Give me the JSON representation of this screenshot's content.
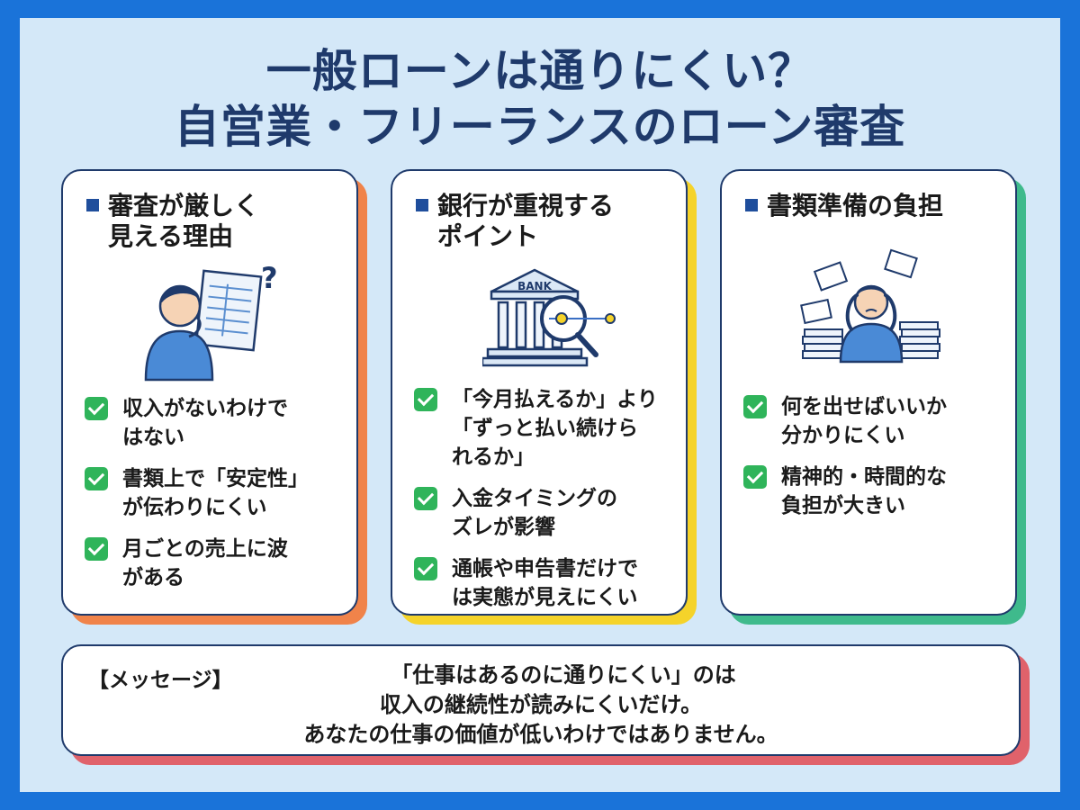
{
  "title": {
    "line1": "一般ローンは通りにくい？",
    "line2": "自営業・フリーランスのローン審査"
  },
  "cards": [
    {
      "heading1": "審査が厳しく",
      "heading2": "見える理由",
      "accent": "#f0834a",
      "icon": "person-reading-document-icon",
      "items": [
        {
          "line1": "収入がないわけで",
          "line2": "はない"
        },
        {
          "line1": "書類上で「安定性」",
          "line2": "が伝わりにくい"
        },
        {
          "line1": "月ごとの売上に波",
          "line2": "がある"
        }
      ]
    },
    {
      "heading1": "銀行が重視する",
      "heading2": "ポイント",
      "accent": "#f5d32a",
      "icon": "bank-magnifier-icon",
      "bank_label": "BANK",
      "items": [
        {
          "line1": "「今月払えるか」より",
          "line2": "「ずっと払い続けら",
          "line3": "れるか」"
        },
        {
          "line1": "入金タイミングの",
          "line2": "ズレが影響"
        },
        {
          "line1": "通帳や申告書だけで",
          "line2": "は実態が見えにくい"
        }
      ]
    },
    {
      "heading1": "書類準備の負担",
      "heading2": "",
      "accent": "#3fba8c",
      "icon": "stressed-person-paperwork-icon",
      "items": [
        {
          "line1": "何を出せばいいか",
          "line2": "分かりにくい"
        },
        {
          "line1": "精神的・時間的な",
          "line2": "負担が大きい"
        }
      ]
    }
  ],
  "message": {
    "label": "【メッセージ】",
    "line1": "「仕事はあるのに通りにくい」のは",
    "line2": "収入の継続性が読みにくいだけ。",
    "line3": "あなたの仕事の価値が低いわけではありません。"
  },
  "colors": {
    "border": "#1a73d9",
    "background": "#d4e8f8",
    "title": "#1f3a6b",
    "check": "#2fb45a"
  }
}
